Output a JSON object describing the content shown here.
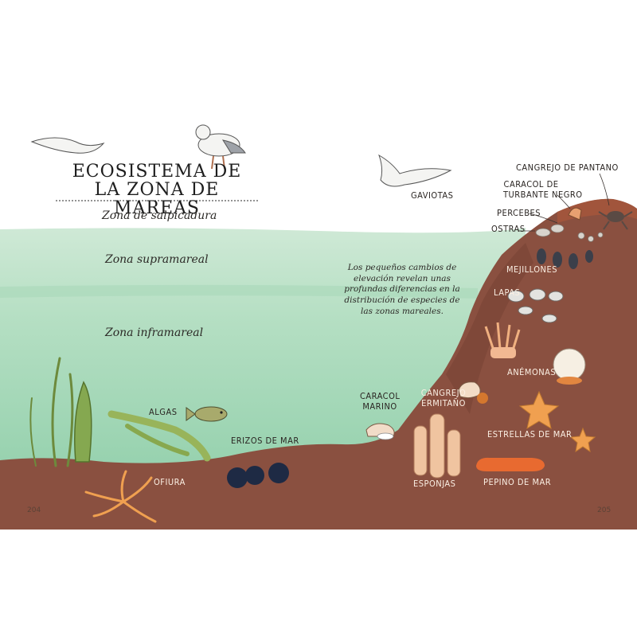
{
  "title": {
    "line1": "ECOSISTEMA DE",
    "line2": "LA ZONA DE MAREAS"
  },
  "zones": {
    "splash": "Zona de salpicadura",
    "supratidal": "Zona supramareal",
    "infratidal": "Zona inframareal"
  },
  "note": "Los pequeños cambios de elevación revelan unas profundas diferencias en la distribución de especies de las zonas mareales.",
  "labels": {
    "gulls": "GAVIOTAS",
    "marsh_crab": "CANGREJO DE PANTANO",
    "turban_snail_1": "CARACOL DE",
    "turban_snail_2": "TURBANTE NEGRO",
    "barnacles": "PERCEBES",
    "oysters": "OSTRAS",
    "mussels": "MEJILLONES",
    "limpets": "LAPAS",
    "anemones": "ANÉMONAS",
    "hermit_crab_1": "CANGREJO",
    "hermit_crab_2": "ERMITAÑO",
    "sea_snail_1": "CARACOL",
    "sea_snail_2": "MARINO",
    "starfish": "ESTRELLAS DE MAR",
    "algae": "ALGAS",
    "sea_urchins": "ERIZOS DE MAR",
    "brittle_star": "OFIURA",
    "sponges": "ESPONJAS",
    "sea_cucumber": "PEPINO DE MAR"
  },
  "page_numbers": {
    "left": "204",
    "right": "205"
  },
  "colors": {
    "water_top": "#c8e6d0",
    "water_mid": "#a6d9b8",
    "water_deep": "#8fcfaa",
    "rock": "#8a5040",
    "rock_dark": "#6e3b2e",
    "starfish": "#f0a050",
    "sea_cucumber": "#e86a30"
  }
}
